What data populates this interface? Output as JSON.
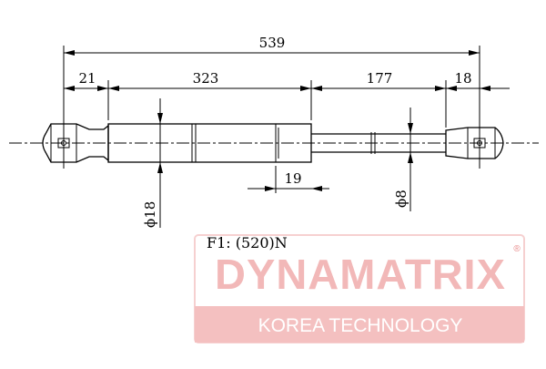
{
  "dimensions": {
    "overall_length": "539",
    "left_eye_offset": "21",
    "cylinder_length": "323",
    "rod_length": "177",
    "right_eye_offset": "18",
    "end_sleeve_length": "19",
    "cylinder_diameter": "ϕ18",
    "rod_diameter": "ϕ8"
  },
  "force_label": "F1: (520)N",
  "watermark": {
    "brand": "DYNAMATRIX",
    "registered_mark": "®",
    "subtitle": "KOREA TECHNOLOGY",
    "colors": {
      "brand_text": "#f2b8b8",
      "banner_fill": "#f4c0c0",
      "frame": "#f6d0d0"
    }
  }
}
